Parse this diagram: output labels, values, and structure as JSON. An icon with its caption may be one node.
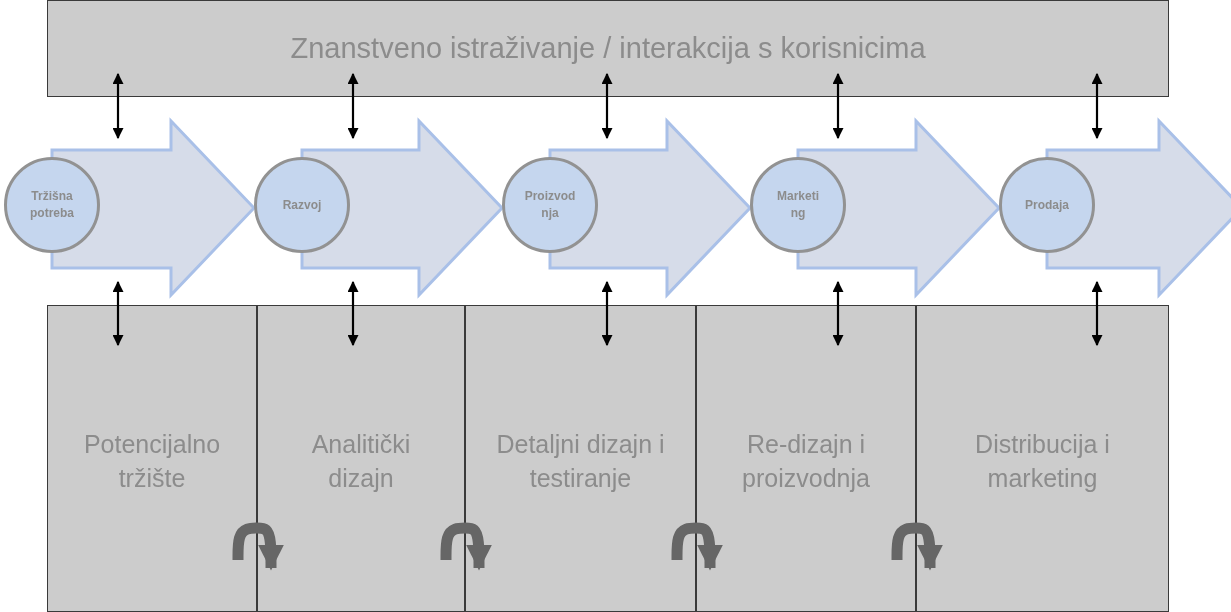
{
  "diagram": {
    "nodes": [
      {
        "text": [
          "Znanstveno istraživanje / interakcija s korisnicima"
        ]
      },
      {
        "text": [
          "Tržišna potreba"
        ]
      },
      {
        "text": [
          "Razvoj"
        ]
      },
      {
        "text": [
          "Proizvodnja"
        ]
      },
      {
        "text": [
          "Marketing"
        ]
      },
      {
        "text": [
          "Prodaja"
        ]
      },
      {
        "text": [
          "Potencijalno tržište"
        ]
      },
      {
        "text": [
          "Analitički dizajn"
        ]
      },
      {
        "text": [
          "Detaljni dizajn i testiranje"
        ]
      },
      {
        "text": [
          "Re-dizajn i proizvodnja"
        ]
      },
      {
        "text": [
          "Distribucija i marketing"
        ]
      }
    ],
    "edges": [
      {
        "from": 1,
        "to": 2,
        "arrow": "to",
        "style": "thick",
        "color": "#d6dce9"
      },
      {
        "from": 2,
        "to": 3,
        "arrow": "to",
        "style": "thick",
        "color": "#d6dce9"
      },
      {
        "from": 3,
        "to": 4,
        "arrow": "to",
        "style": "thick",
        "color": "#d6dce9"
      },
      {
        "from": 4,
        "to": 5,
        "arrow": "to",
        "style": "thick",
        "color": "#d6dce9"
      },
      {
        "from": 5,
        "to": null,
        "arrow": "to",
        "style": "thick",
        "color": "#d6dce9"
      },
      {
        "from": 0,
        "to": 1,
        "arrow": "both"
      },
      {
        "from": 0,
        "to": 2,
        "arrow": "both"
      },
      {
        "from": 0,
        "to": 3,
        "arrow": "both"
      },
      {
        "from": 0,
        "to": 4,
        "arrow": "both"
      },
      {
        "from": 0,
        "to": 5,
        "arrow": "both"
      },
      {
        "from": null,
        "to": 6,
        "arrow": "both"
      },
      {
        "from": null,
        "to": 7,
        "arrow": "both"
      },
      {
        "from": null,
        "to": 8,
        "arrow": "both"
      },
      {
        "from": null,
        "to": 9,
        "arrow": "both"
      },
      {
        "from": null,
        "to": 10,
        "arrow": "both"
      },
      {
        "from": 6,
        "to": 7,
        "arrow": "to",
        "style": "thick",
        "color": "#666666"
      },
      {
        "from": 7,
        "to": 8,
        "arrow": "to",
        "style": "thick",
        "color": "#666666"
      },
      {
        "from": 8,
        "to": 9,
        "arrow": "to",
        "style": "thick",
        "color": "#666666"
      },
      {
        "from": 9,
        "to": 10,
        "arrow": "to",
        "style": "thick",
        "color": "#666666"
      }
    ]
  }
}
